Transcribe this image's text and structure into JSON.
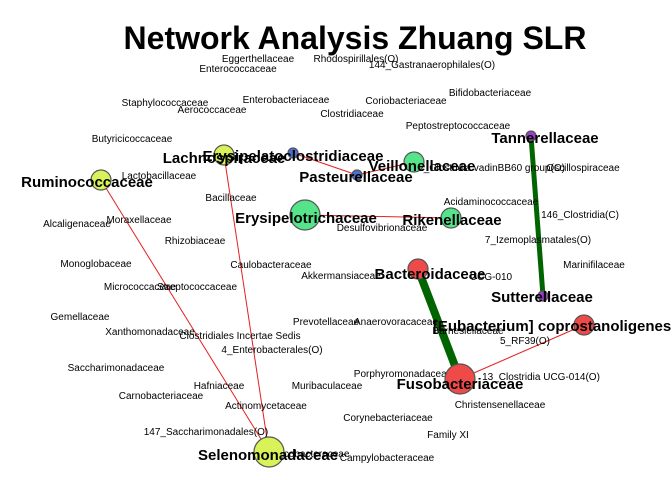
{
  "title": "Network Analysis Zhuang SLR",
  "colors": {
    "edge_red": "#e52020",
    "edge_green": "#006400",
    "node_yellow": "#d8f25a",
    "node_green": "#56e48a",
    "node_red": "#ee4a48",
    "node_purple": "#9a3fc8",
    "node_blue": "#4a6fd0"
  },
  "nodes": [
    {
      "id": "Ruminococcaceae",
      "label": "Ruminococcaceae",
      "group": "yellow",
      "labeled": true,
      "size": "medium"
    },
    {
      "id": "Lachnospiraceae",
      "label": "Lachnospiraceae",
      "group": "yellow",
      "labeled": true,
      "size": "medium"
    },
    {
      "id": "Selenomonadaceae",
      "label": "Selenomonadaceae",
      "group": "yellow",
      "labeled": true,
      "size": "large"
    },
    {
      "id": "Erysipelatoclostridiaceae",
      "label": "Erysipelatoclostridiaceae",
      "group": "blue",
      "labeled": true,
      "size": "small"
    },
    {
      "id": "Pasteurellaceae",
      "label": "Pasteurellaceae",
      "group": "blue",
      "labeled": true,
      "size": "small"
    },
    {
      "id": "Veillonellaceae",
      "label": "Veillonellaceae",
      "group": "green",
      "labeled": true,
      "size": "medium"
    },
    {
      "id": "Erysipelotrichaceae",
      "label": "Erysipelotrichaceae",
      "group": "green",
      "labeled": true,
      "size": "large"
    },
    {
      "id": "Rikenellaceae",
      "label": "Rikenellaceae",
      "group": "green",
      "labeled": true,
      "size": "medium"
    },
    {
      "id": "Tannerellaceae",
      "label": "Tannerellaceae",
      "group": "purple",
      "labeled": true,
      "size": "small"
    },
    {
      "id": "Sutterellaceae",
      "label": "Sutterellaceae",
      "group": "purple",
      "labeled": true,
      "size": "small"
    },
    {
      "id": "Bacteroidaceae",
      "label": "Bacteroidaceae",
      "group": "red",
      "labeled": true,
      "size": "medium"
    },
    {
      "id": "Fusobacteriaceae",
      "label": "Fusobacteriaceae",
      "group": "red",
      "labeled": true,
      "size": "large"
    },
    {
      "id": "Eubacterium_coprostanoligenes",
      "label": "[Eubacterium] coprostanoligenes",
      "group": "red",
      "labeled": true,
      "size": "medium"
    }
  ],
  "edges": [
    {
      "from": "Erysipelatoclostridiaceae",
      "to": "Pasteurellaceae",
      "color": "red",
      "weight": 1
    },
    {
      "from": "Pasteurellaceae",
      "to": "Veillonellaceae",
      "color": "red",
      "weight": 1
    },
    {
      "from": "Lachnospiraceae",
      "to": "Selenomonadaceae",
      "color": "red",
      "weight": 1
    },
    {
      "from": "Ruminococcaceae",
      "to": "Selenomonadaceae",
      "color": "red",
      "weight": 1
    },
    {
      "from": "Erysipelotrichaceae",
      "to": "Rikenellaceae",
      "color": "red",
      "weight": 1
    },
    {
      "from": "Bacteroidaceae",
      "to": "Fusobacteriaceae",
      "color": "green",
      "weight": 8
    },
    {
      "from": "Tannerellaceae",
      "to": "Sutterellaceae",
      "color": "green",
      "weight": 5
    },
    {
      "from": "Fusobacteriaceae",
      "to": "Eubacterium_coprostanoligenes",
      "color": "red",
      "weight": 1
    }
  ],
  "unconnected_labels": [
    "Eggerthellaceae",
    "Rhodospirillales(O)",
    "144_Gastranaerophilales(O)",
    "Enterococcaceae",
    "Bifidobacteriaceae",
    "Staphylococcaceae",
    "Aerococcaceae",
    "Enterobacteriaceae",
    "Coriobacteriaceae",
    "Clostridiaceae",
    "Peptostreptococcaceae",
    "Butyricicoccaceae",
    "131_Clostridia vadinBB60 group(O)",
    "Oscillospiraceae",
    "Lactobacillaceae",
    "Acidaminococcaceae",
    "Bacillaceae",
    "146_Clostridia(C)",
    "Alcaligenaceae",
    "Moraxellaceae",
    "Desulfovibrionaceae",
    "Rhizobiaceae",
    "7_Izemoplasmatales(O)",
    "Monoglobaceae",
    "Caulobacteraceae",
    "Marinifilaceae",
    "Akkermansiaceae",
    "UCG-010",
    "Micrococcaceae",
    "Streptococcaceae",
    "Gemellaceae",
    "Prevotellaceae",
    "Anaerovoracaceae",
    "Xanthomonadaceae",
    "Barnesiellaceae",
    "Clostridiales Incertae Sedis",
    "4_Enterobacterales(O)",
    "5_RF39(O)",
    "Saccharimonadaceae",
    "Porphyromonadaceae",
    "Hafniaceae",
    "Muribaculaceae",
    "13_Clostridia UCG-014(O)",
    "Carnobacteriaceae",
    "Christensenellaceae",
    "Actinomycetaceae",
    "Corynebacteriaceae",
    "147_Saccharimonadales(O)",
    "Family XI",
    "Helicobacteraceae",
    "Campylobacteraceae"
  ]
}
